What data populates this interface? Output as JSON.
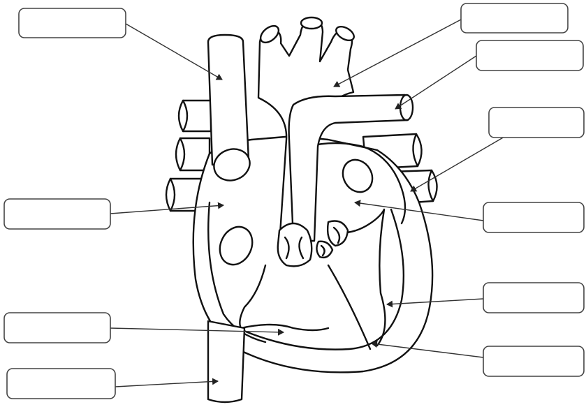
{
  "labels": [
    {
      "id": "label-1",
      "text": ""
    },
    {
      "id": "label-2",
      "text": ""
    },
    {
      "id": "label-3",
      "text": ""
    },
    {
      "id": "label-4",
      "text": ""
    },
    {
      "id": "label-5",
      "text": ""
    },
    {
      "id": "label-6",
      "text": ""
    },
    {
      "id": "label-7",
      "text": ""
    },
    {
      "id": "label-8",
      "text": ""
    },
    {
      "id": "label-9",
      "text": ""
    },
    {
      "id": "label-10",
      "text": ""
    }
  ]
}
